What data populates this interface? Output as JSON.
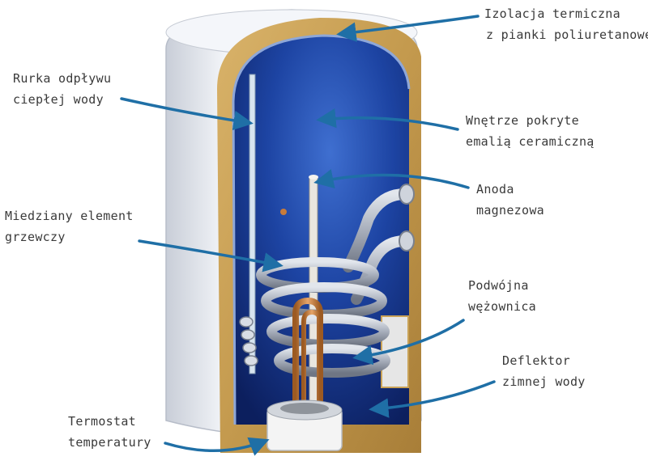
{
  "labels": {
    "insulation": [
      "Izolacja termiczna",
      "z pianki poliuretanowej"
    ],
    "hot_pipe": [
      "Rurka odpływu",
      "ciepłej wody"
    ],
    "interior": [
      "Wnętrze pokryte",
      "emalią ceramiczną"
    ],
    "anode": [
      "Anoda",
      "magnezowa"
    ],
    "heater": [
      "Miedziany element",
      "grzewczy"
    ],
    "coil": [
      "Podwójna",
      "wężownica"
    ],
    "deflector": [
      "Deflektor",
      "zimnej wody"
    ],
    "thermostat": [
      "Termostat",
      "temperatury"
    ]
  },
  "colors": {
    "arrow": "#1f6fa6",
    "tank_blue": "#1c3f9a",
    "insulation_gold": "#c9a257",
    "shell_white": "#eef1f6",
    "label_text": "#3a3a3a"
  }
}
